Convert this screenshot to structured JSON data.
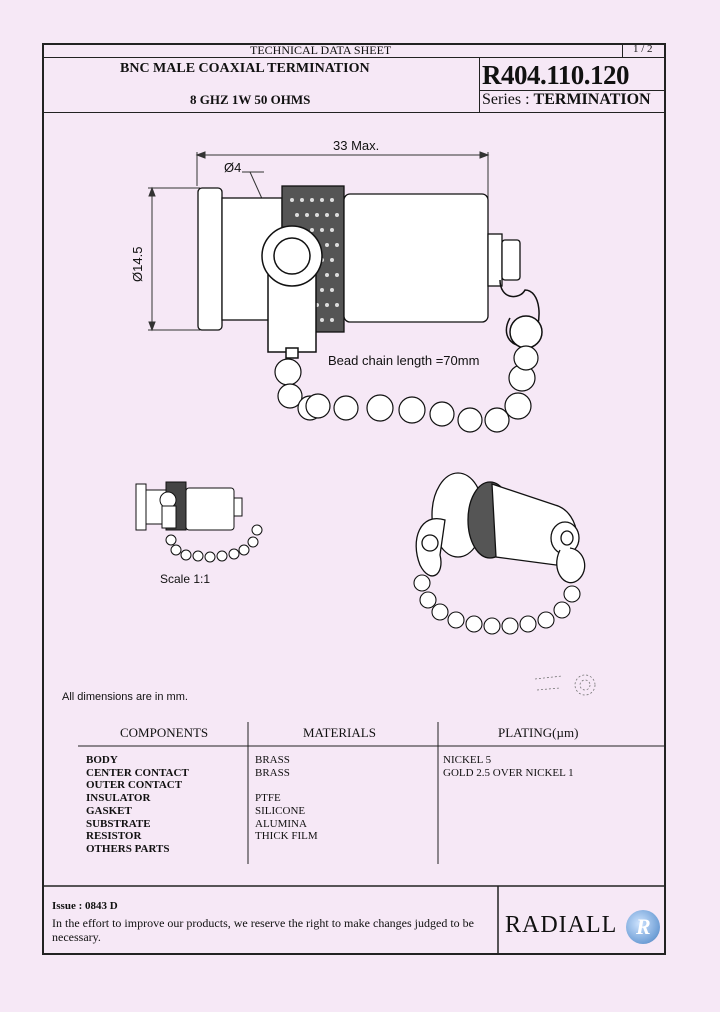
{
  "header": {
    "doc_type": "TECHNICAL DATA SHEET",
    "page": "1 / 2",
    "title_line1": "BNC MALE COAXIAL TERMINATION",
    "title_line2": "8 GHZ 1W 50 OHMS",
    "part_number": "R404.110.120",
    "series_label": "Series :",
    "series_value": "TERMINATION"
  },
  "drawing": {
    "length_dim": "33 Max.",
    "diameter_small": "4",
    "diameter_large": "14.5",
    "diameter_symbol": "Ø",
    "chain_note": "Bead chain length =70mm",
    "scale_note": "Scale 1:1"
  },
  "units_note": "All dimensions are in mm.",
  "table": {
    "headers": [
      "COMPONENTS",
      "MATERIALS",
      "PLATING(µm)"
    ],
    "rows": [
      {
        "component": "BODY",
        "material": "BRASS",
        "plating": "NICKEL 5"
      },
      {
        "component": "CENTER CONTACT",
        "material": "BRASS",
        "plating": "GOLD 2.5 OVER NICKEL 1"
      },
      {
        "component": "OUTER CONTACT",
        "material": "",
        "plating": ""
      },
      {
        "component": "INSULATOR",
        "material": "PTFE",
        "plating": ""
      },
      {
        "component": "GASKET",
        "material": "SILICONE",
        "plating": ""
      },
      {
        "component": "SUBSTRATE",
        "material": "ALUMINA",
        "plating": ""
      },
      {
        "component": "RESISTOR",
        "material": "THICK FILM",
        "plating": ""
      },
      {
        "component": "OTHERS PARTS",
        "material": "",
        "plating": ""
      }
    ]
  },
  "footer": {
    "issue": "Issue : 0843 D",
    "disclaimer_line1": "In the effort to improve our products, we reserve the right to make changes judged to be",
    "disclaimer_line2": "necessary.",
    "brand": "RADIALL",
    "logo_letter": "R"
  }
}
